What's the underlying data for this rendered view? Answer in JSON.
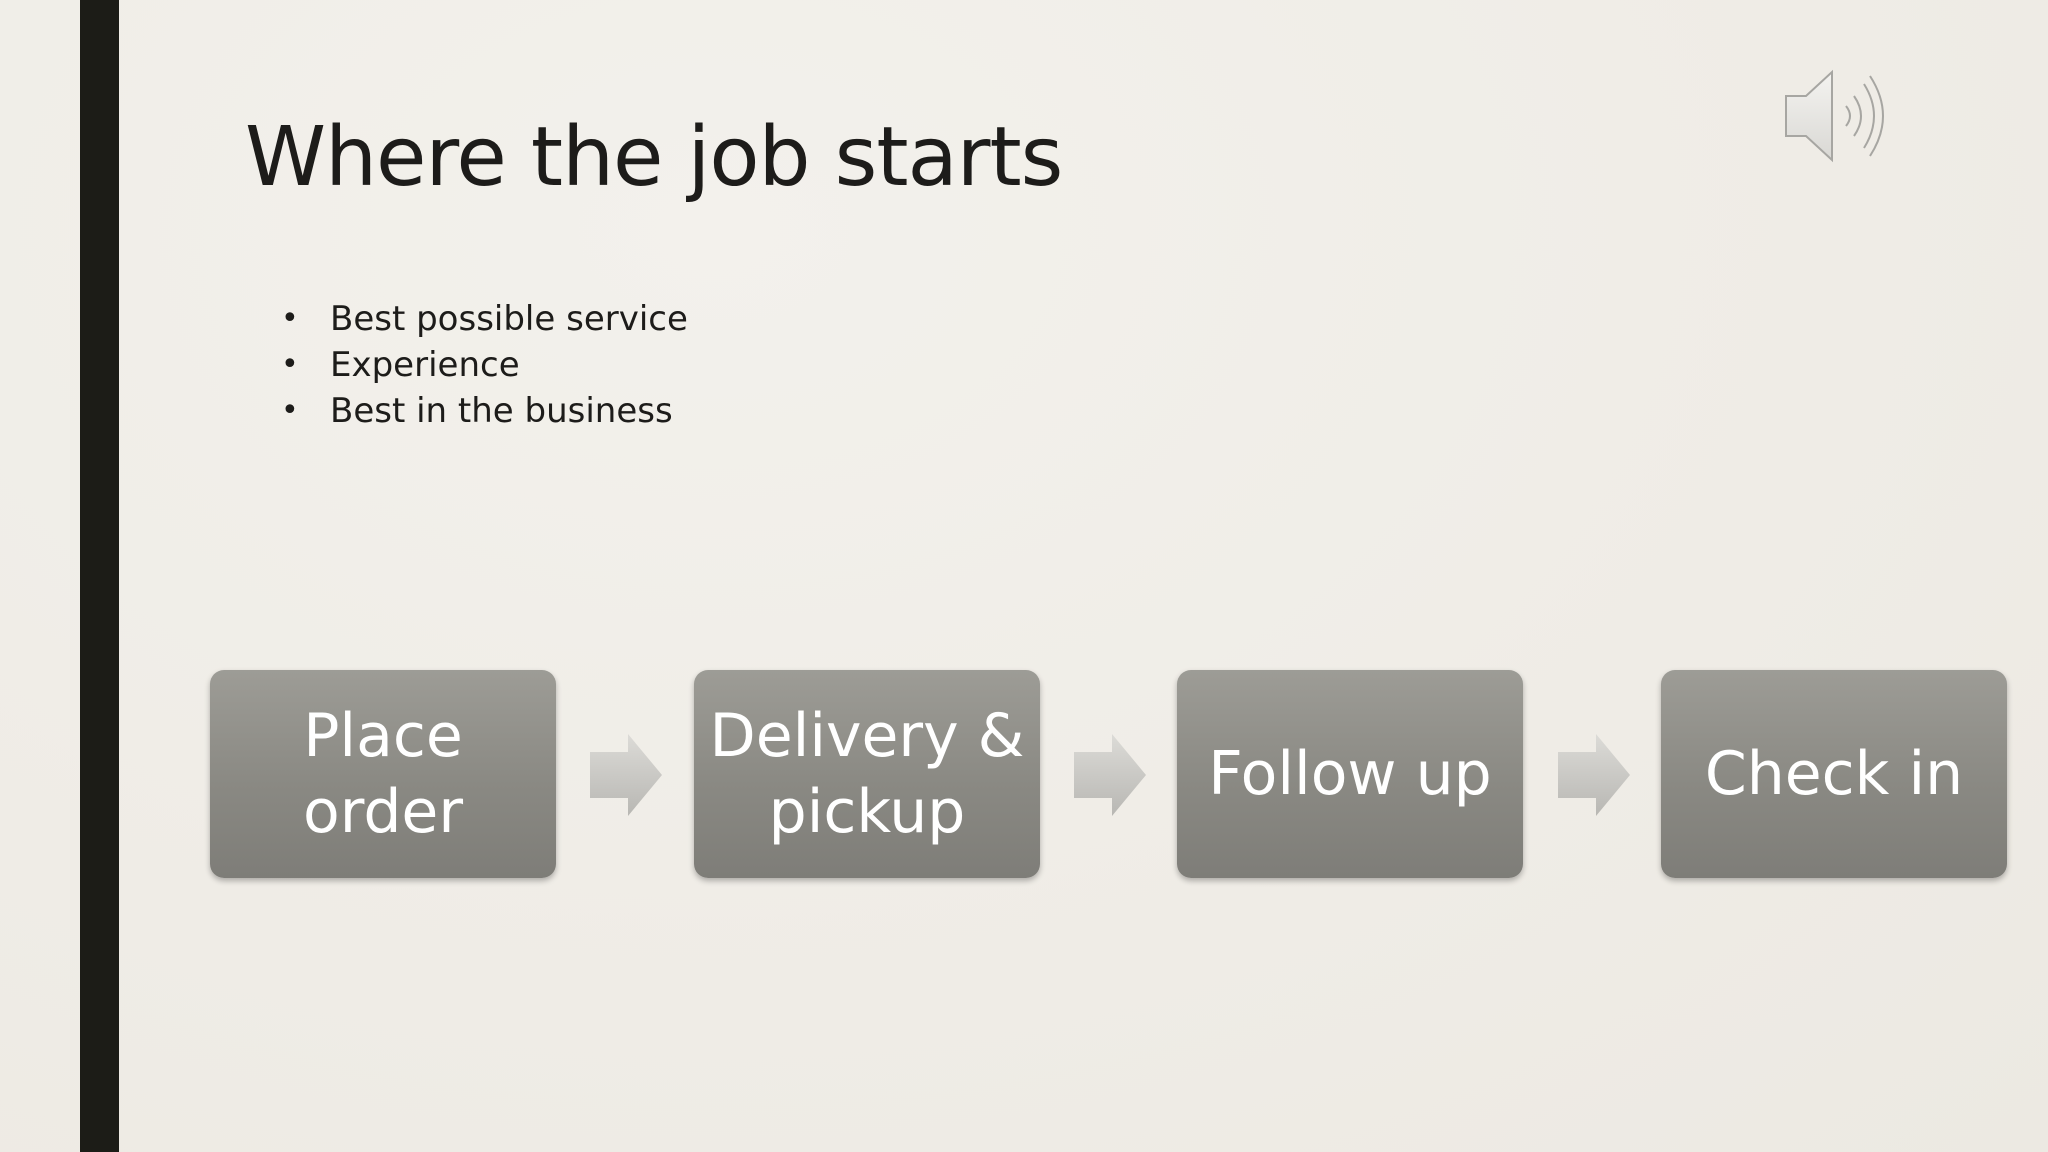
{
  "slide": {
    "title": "Where the job starts",
    "bullets": [
      "Best possible service",
      "Experience",
      "Best in the business"
    ],
    "bullet_glyph": "•"
  },
  "process": {
    "steps": [
      {
        "label": "Place\norder"
      },
      {
        "label": "Delivery &\npickup"
      },
      {
        "label": "Follow up"
      },
      {
        "label": "Check in"
      }
    ]
  },
  "icons": {
    "audio": "speaker-icon",
    "connector": "right-arrow-icon"
  },
  "colors": {
    "background": "#efece6",
    "accent_bar": "#1c1c17",
    "step_fill": "#8a8983",
    "step_text": "#ffffff",
    "arrow_fill": "#c9c8c4"
  }
}
